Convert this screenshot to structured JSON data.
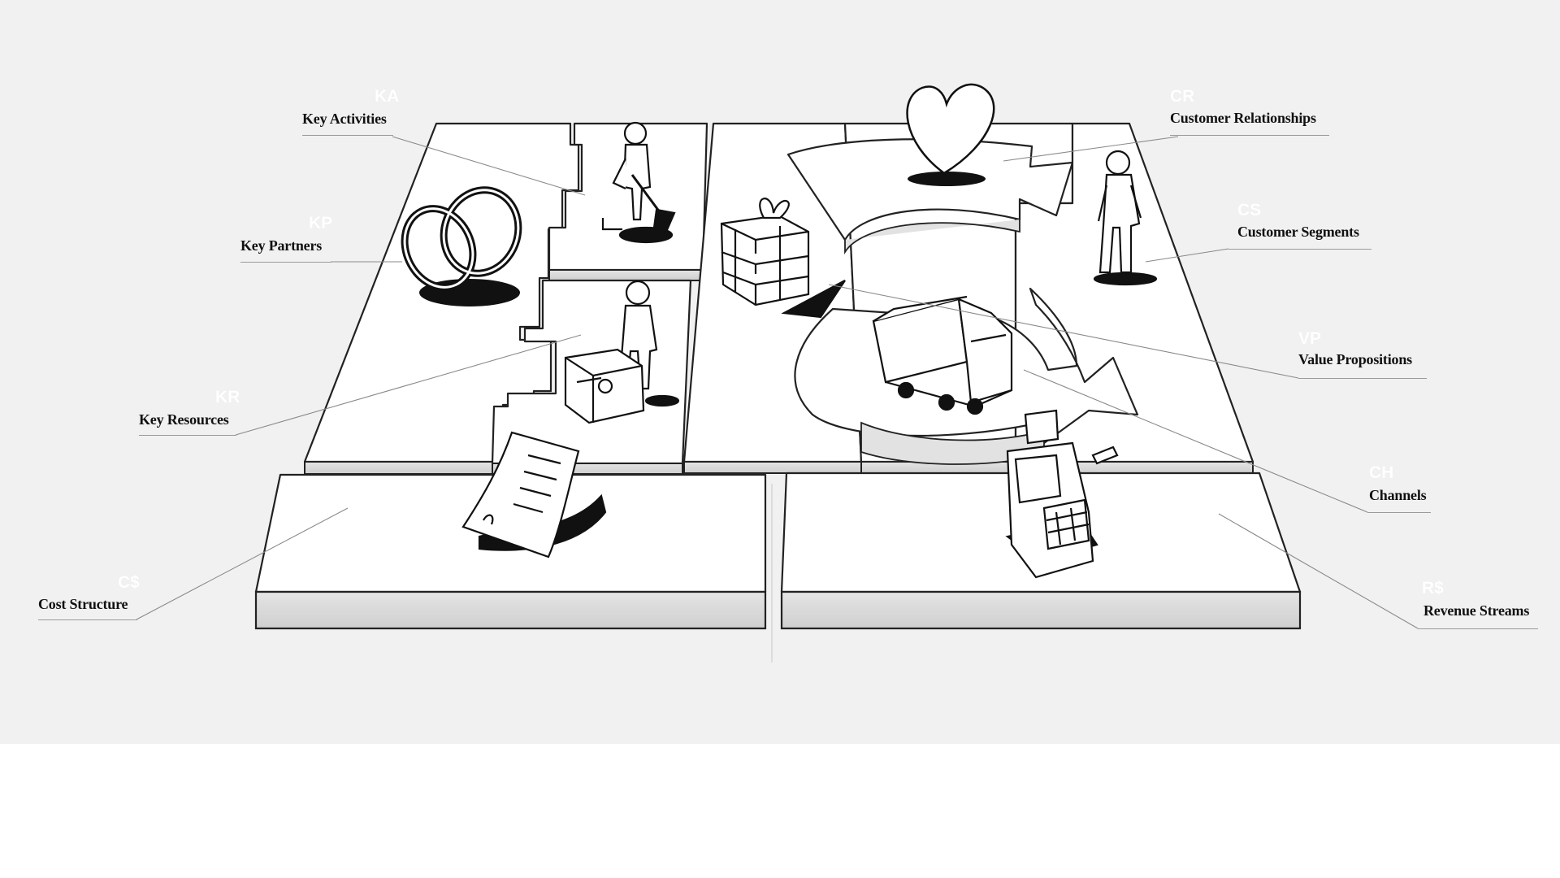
{
  "blocks": {
    "ka": {
      "code": "KA",
      "label": "Key Activities"
    },
    "kp": {
      "code": "KP",
      "label": "Key Partners"
    },
    "kr": {
      "code": "KR",
      "label": "Key Resources"
    },
    "cs_cost": {
      "code": "C$",
      "label": "Cost Structure"
    },
    "cr": {
      "code": "CR",
      "label": "Customer Relationships"
    },
    "cs_seg": {
      "code": "CS",
      "label": "Customer Segments"
    },
    "vp": {
      "code": "VP",
      "label": "Value Propositions"
    },
    "ch": {
      "code": "CH",
      "label": "Channels"
    },
    "rs": {
      "code": "R$",
      "label": "Revenue Streams"
    }
  },
  "colors": {
    "background": "#f1f1f1",
    "board": "#ffffff",
    "board_side": "#d9d9d9",
    "ink": "#111111",
    "leader": "#8a8a8a"
  }
}
